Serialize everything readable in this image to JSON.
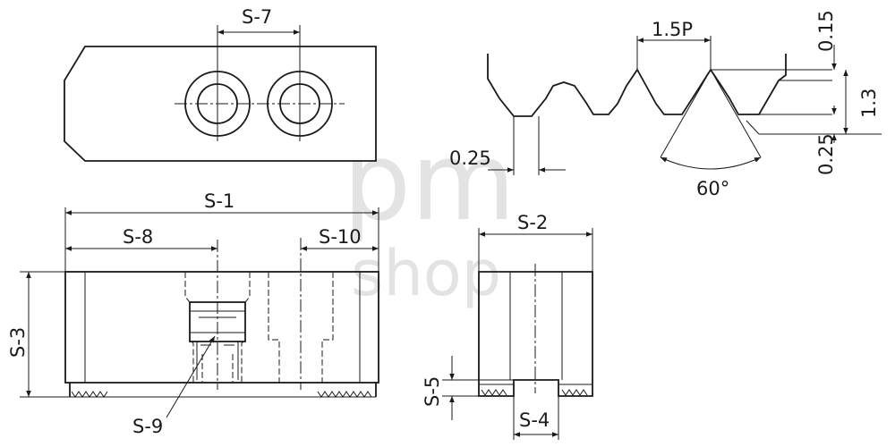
{
  "watermark": {
    "line1": "pm",
    "line2": "shop"
  },
  "labels": {
    "s1": "S-1",
    "s2": "S-2",
    "s3": "S-3",
    "s4": "S-4",
    "s5": "S-5",
    "s7": "S-7",
    "s8": "S-8",
    "s9": "S-9",
    "s10": "S-10"
  },
  "thread": {
    "pitch": "1.5P",
    "crest": "0.15",
    "depth": "1.3",
    "root": "0.25",
    "width": "0.25",
    "angle": "60°"
  }
}
